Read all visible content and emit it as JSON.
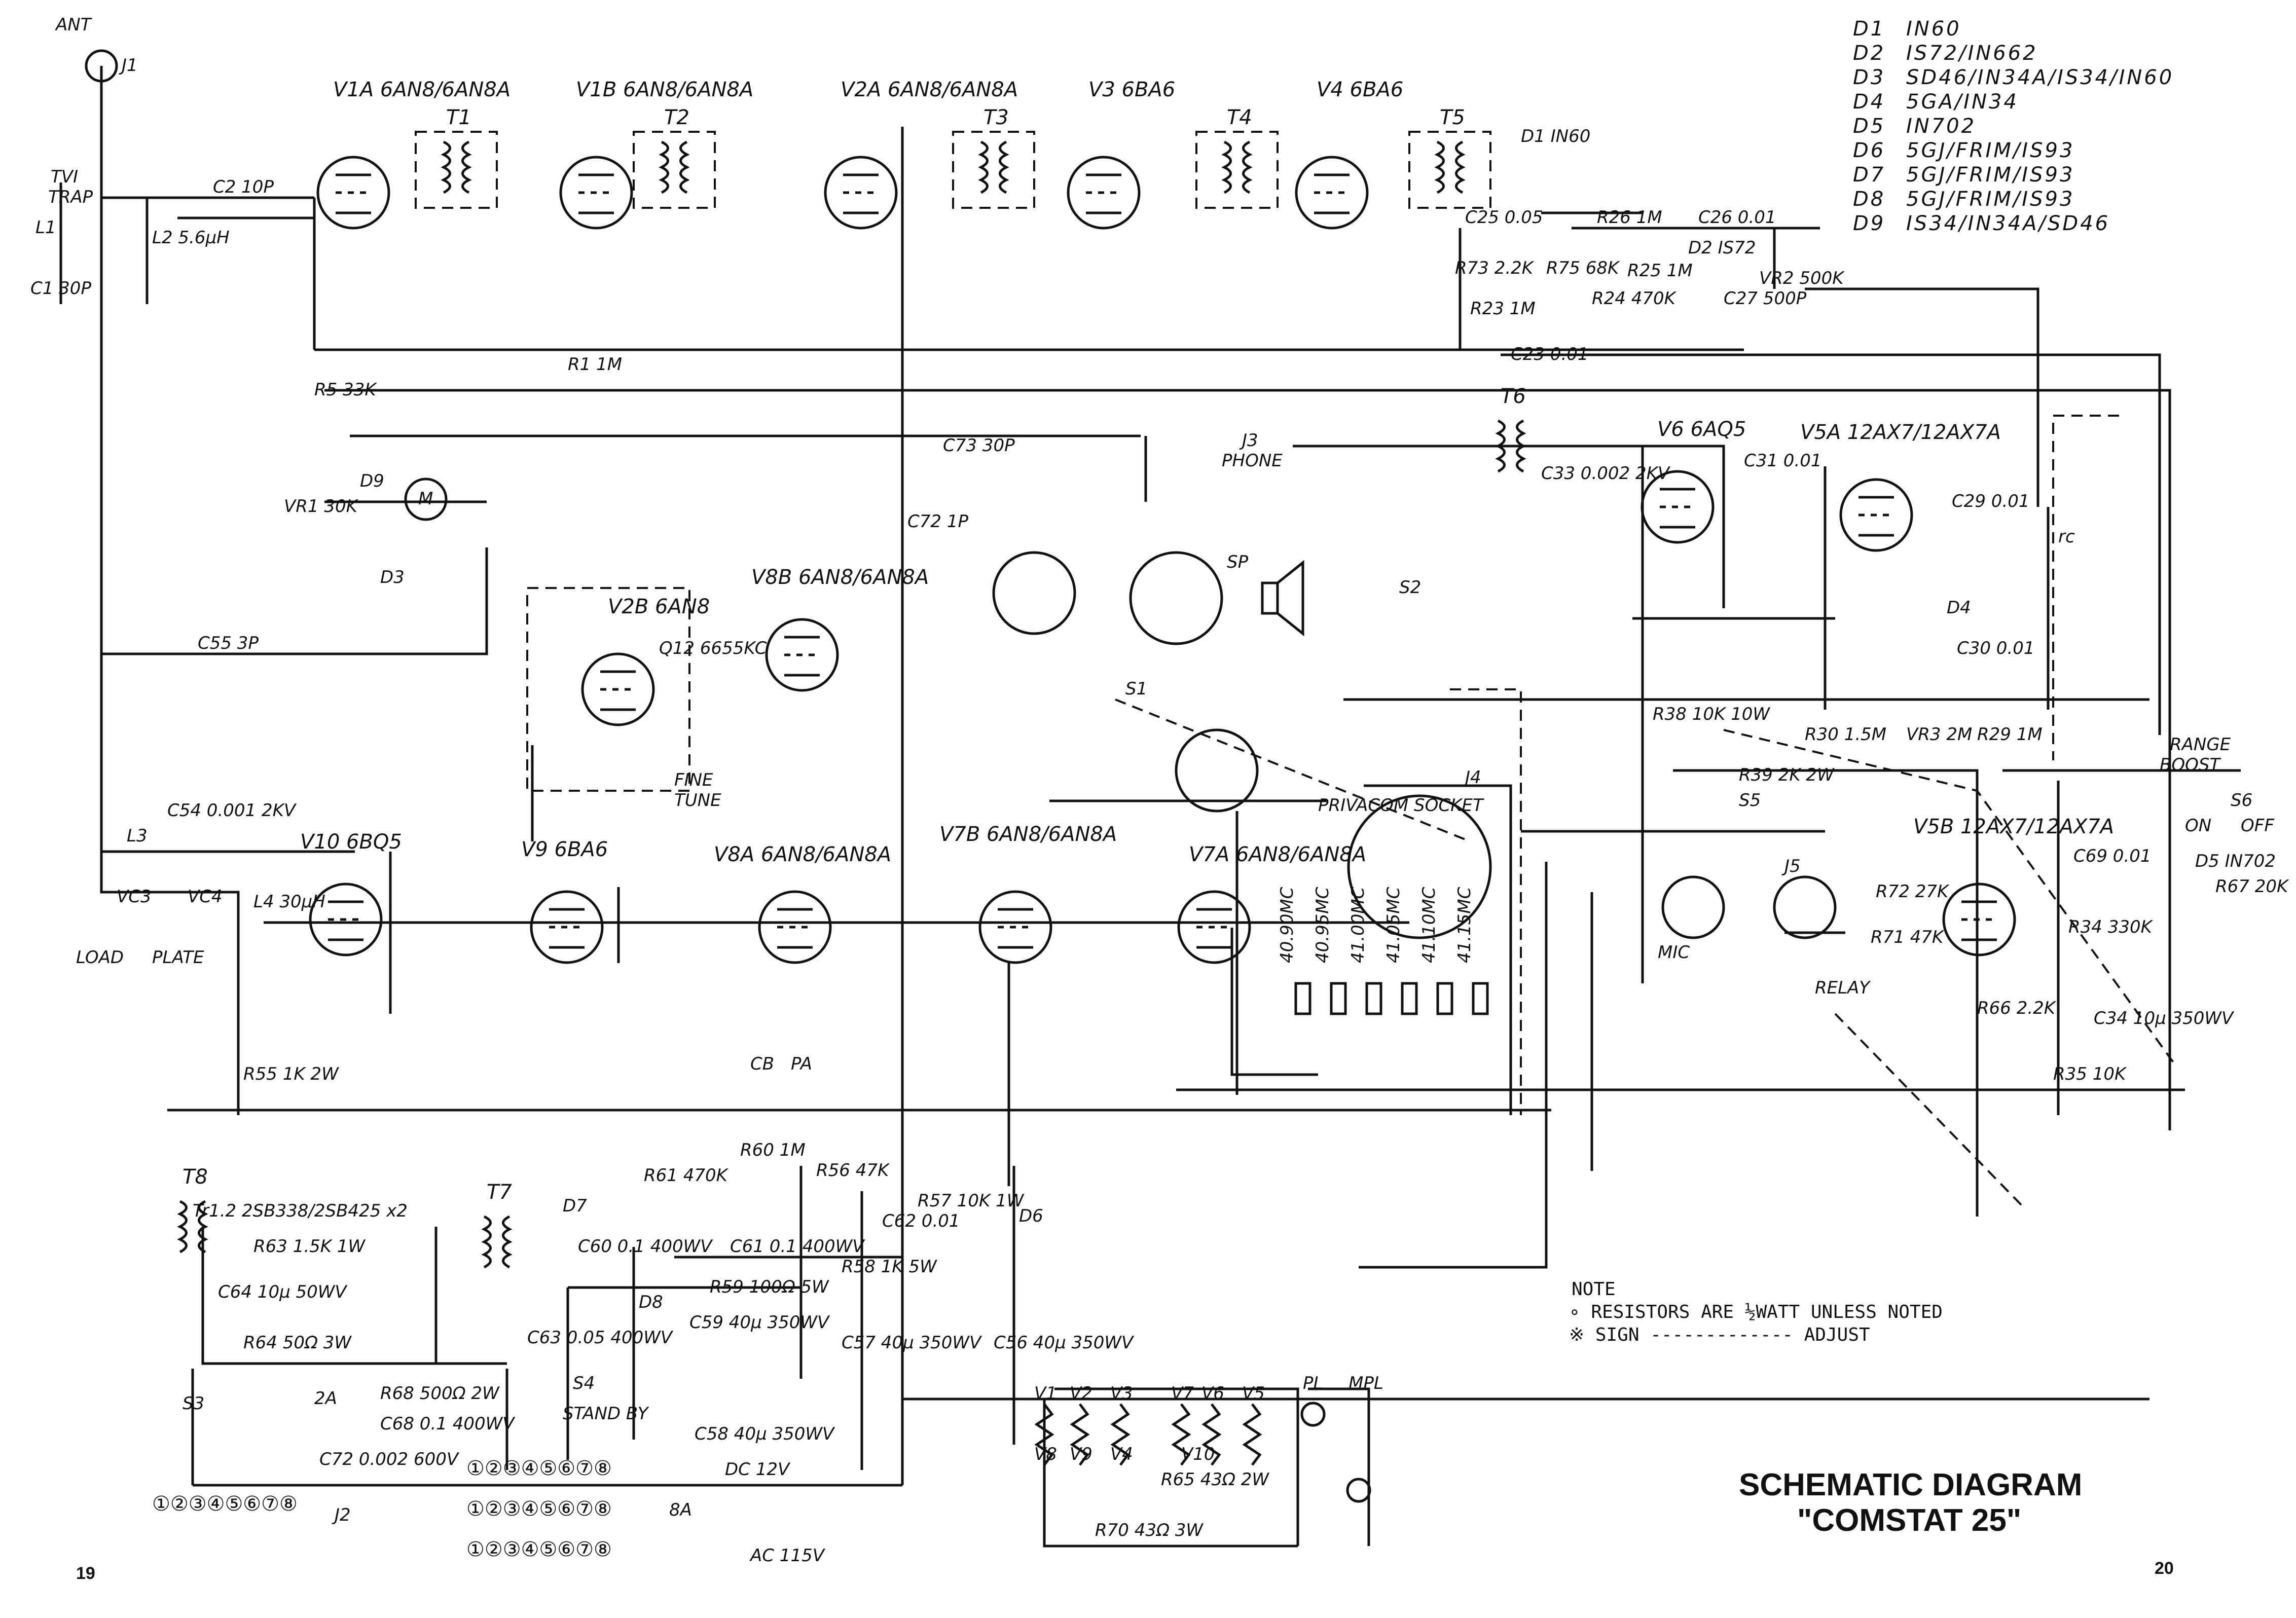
{
  "title": {
    "line1": "SCHEMATIC DIAGRAM",
    "line2": "\"COMSTAT 25\""
  },
  "pages": {
    "left": "19",
    "right": "20"
  },
  "diode_table": [
    {
      "ref": "D1",
      "types": "IN60"
    },
    {
      "ref": "D2",
      "types": "IS72/IN662"
    },
    {
      "ref": "D3",
      "types": "SD46/IN34A/IS34/IN60"
    },
    {
      "ref": "D4",
      "types": "5GA/IN34"
    },
    {
      "ref": "D5",
      "types": "IN702"
    },
    {
      "ref": "D6",
      "types": "5GJ/FRIM/IS93"
    },
    {
      "ref": "D7",
      "types": "5GJ/FRIM/IS93"
    },
    {
      "ref": "D8",
      "types": "5GJ/FRIM/IS93"
    },
    {
      "ref": "D9",
      "types": "IS34/IN34A/SD46"
    }
  ],
  "notes": {
    "heading": "NOTE",
    "line1": "∘ RESISTORS ARE ½WATT UNLESS NOTED",
    "line2": "※ SIGN ------------- ADJUST"
  },
  "tubes": [
    "V1A 6AN8/6AN8A",
    "V1B 6AN8/6AN8A",
    "V2A 6AN8/6AN8A",
    "V3 6BA6",
    "V4 6BA6",
    "V6 6AQ5",
    "V5A 12AX7/12AX7A",
    "V8B 6AN8/6AN8A",
    "V2B 6AN8",
    "V10 6BQ5",
    "V9 6BA6",
    "V8A 6AN8/6AN8A",
    "V7B 6AN8/6AN8A",
    "V7A 6AN8/6AN8A",
    "V5B 12AX7/12AX7A"
  ],
  "transformers": [
    "T1",
    "T2",
    "T3",
    "T4",
    "T5",
    "T6",
    "T7",
    "T8"
  ],
  "labels": {
    "ant": "ANT",
    "j1": "J1",
    "tvi": "TVI",
    "trap": "TRAP",
    "l1": "L1",
    "c1": "C1 30P",
    "l2": "L2 5.6µH",
    "c2": "C2 10P",
    "d1": "D1 IN60",
    "r26": "R26 1M",
    "c26": "C26 0.01",
    "vr2": "VR2 500K",
    "c25": "C25 0.05",
    "d2": "D2 IS72",
    "r25": "R25 1M",
    "r24": "R24 470K",
    "r73": "R73 2.2K",
    "r75": "R75 68K",
    "r23": "R23 1M",
    "c23": "C23 0.01",
    "c27": "C27 500P",
    "r5": "R5 33K",
    "r1": "R1 1M",
    "vr1": "VR1 30K",
    "d9": "D9",
    "d3": "D3",
    "meter": "M",
    "c55": "C55 3P",
    "l3": "L3",
    "c54": "C54 0.001 2KV",
    "vc3": "VC3",
    "vc4": "VC4",
    "load": "LOAD",
    "plate": "PLATE",
    "l4": "L4 30µH",
    "r55": "R55 1K 2W",
    "j3": "J3",
    "phone": "PHONE",
    "sp": "SP",
    "s2": "S2",
    "s1": "S1",
    "c33": "C33 0.002 2KV",
    "c31": "C31 0.01",
    "c29": "C29 0.01",
    "rc": "rc",
    "j4": "J4",
    "privacom": "PRIVACOM SOCKET",
    "r38": "R38 10K 10W",
    "s5": "S5",
    "r39": "R39 2K 2W",
    "range": "RANGE",
    "boost": "BOOST",
    "s6": "S6",
    "on": "ON",
    "off": "OFF",
    "d5": "D5 IN702",
    "r67": "R67 20K",
    "j5": "J5",
    "mic": "MIC",
    "relay": "RELAY",
    "r72": "R72 27K",
    "r71": "R71 47K",
    "c69": "C69 0.01",
    "r34": "R34 330K",
    "c34": "C34 10µ 350WV",
    "r35": "R35 10K",
    "r66": "R66 2.2K",
    "r30": "R30 1.5M",
    "vr3": "VR3 2M",
    "r29": "R29 1M",
    "d4": "D4",
    "c30": "C30 0.01",
    "q12": "Q12 6655KC",
    "fine": "FINE",
    "tune": "TUNE",
    "c72": "C72 1P",
    "c73": "C73 30P",
    "crystals": [
      "40.90MC",
      "40.95MC",
      "41.00MC",
      "41.05MC",
      "41.10MC",
      "41.15MC"
    ],
    "trs": "Tr1.2 2SB338/2SB425 x2",
    "r63": "R63 1.5K 1W",
    "c64": "C64 10µ 50WV",
    "r64": "R64 50Ω 3W",
    "s3": "S3",
    "fuse2": "2A",
    "r68": "R68 500Ω 2W",
    "c68": "C68 0.1 400WV",
    "c72b": "C72 0.002 600V",
    "j2": "J2",
    "d7": "D7",
    "d8": "D8",
    "d6": "D6",
    "r61": "R61 470K",
    "r60": "R60 1M",
    "r56": "R56 47K",
    "c60": "C60 0.1 400WV",
    "c61": "C61 0.1 400WV",
    "c62": "C62 0.01",
    "r59": "R59 100Ω 5W",
    "r58": "R58 1K 5W",
    "r57": "R57 10K 1W",
    "c63": "C63 0.05 400WV",
    "c59": "C59 40µ 350WV",
    "c57": "C57 40µ 350WV",
    "c56": "C56 40µ 350WV",
    "c58": "C58 40µ 350WV",
    "s4": "S4",
    "standby": "STAND BY",
    "dc": "DC 12V",
    "ac": "AC 115V",
    "fuse8": "8A",
    "pl": "PL",
    "mpl": "MPL",
    "r70": "R70 43Ω 3W",
    "r65": "R65 43Ω 2W",
    "cb": "CB",
    "pa": "PA",
    "heaters": [
      "V1",
      "V2",
      "V3",
      "V7",
      "V6",
      "V5",
      "V8",
      "V9",
      "V4",
      "V10"
    ],
    "pins": "①②③④⑤⑥⑦⑧"
  }
}
